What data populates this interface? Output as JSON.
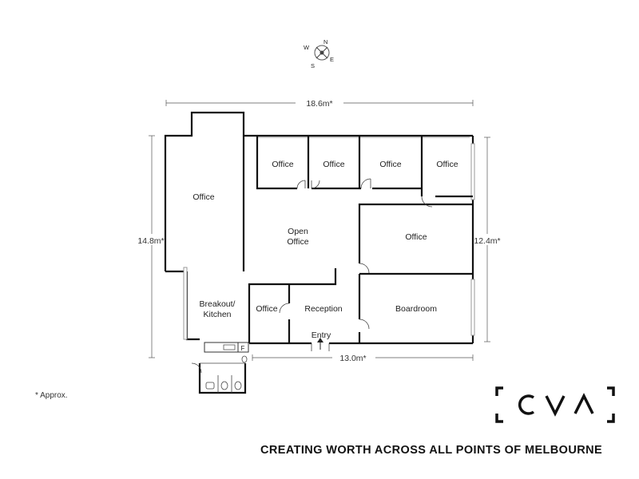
{
  "compass": {
    "n": "N",
    "e": "E",
    "s": "S",
    "w": "W"
  },
  "dimensions": {
    "top_width": "18.6m*",
    "left_height": "14.8m*",
    "right_height": "12.4m*",
    "bottom_width": "13.0m*"
  },
  "rooms": {
    "office_large": "Office",
    "office_top_1": "Office",
    "office_top_2": "Office",
    "office_top_3": "Office",
    "office_top_4": "Office",
    "open_office_line1": "Open",
    "open_office_line2": "Office",
    "office_right": "Office",
    "breakout_line1": "Breakout/",
    "breakout_line2": "Kitchen",
    "office_small": "Office",
    "reception": "Reception",
    "boardroom": "Boardroom",
    "entry": "Entry",
    "fridge": "F"
  },
  "footnote": "* Approx.",
  "brand": {
    "logo_text": "CVA",
    "tagline": "CREATING WORTH ACROSS ALL POINTS OF MELBOURNE"
  }
}
